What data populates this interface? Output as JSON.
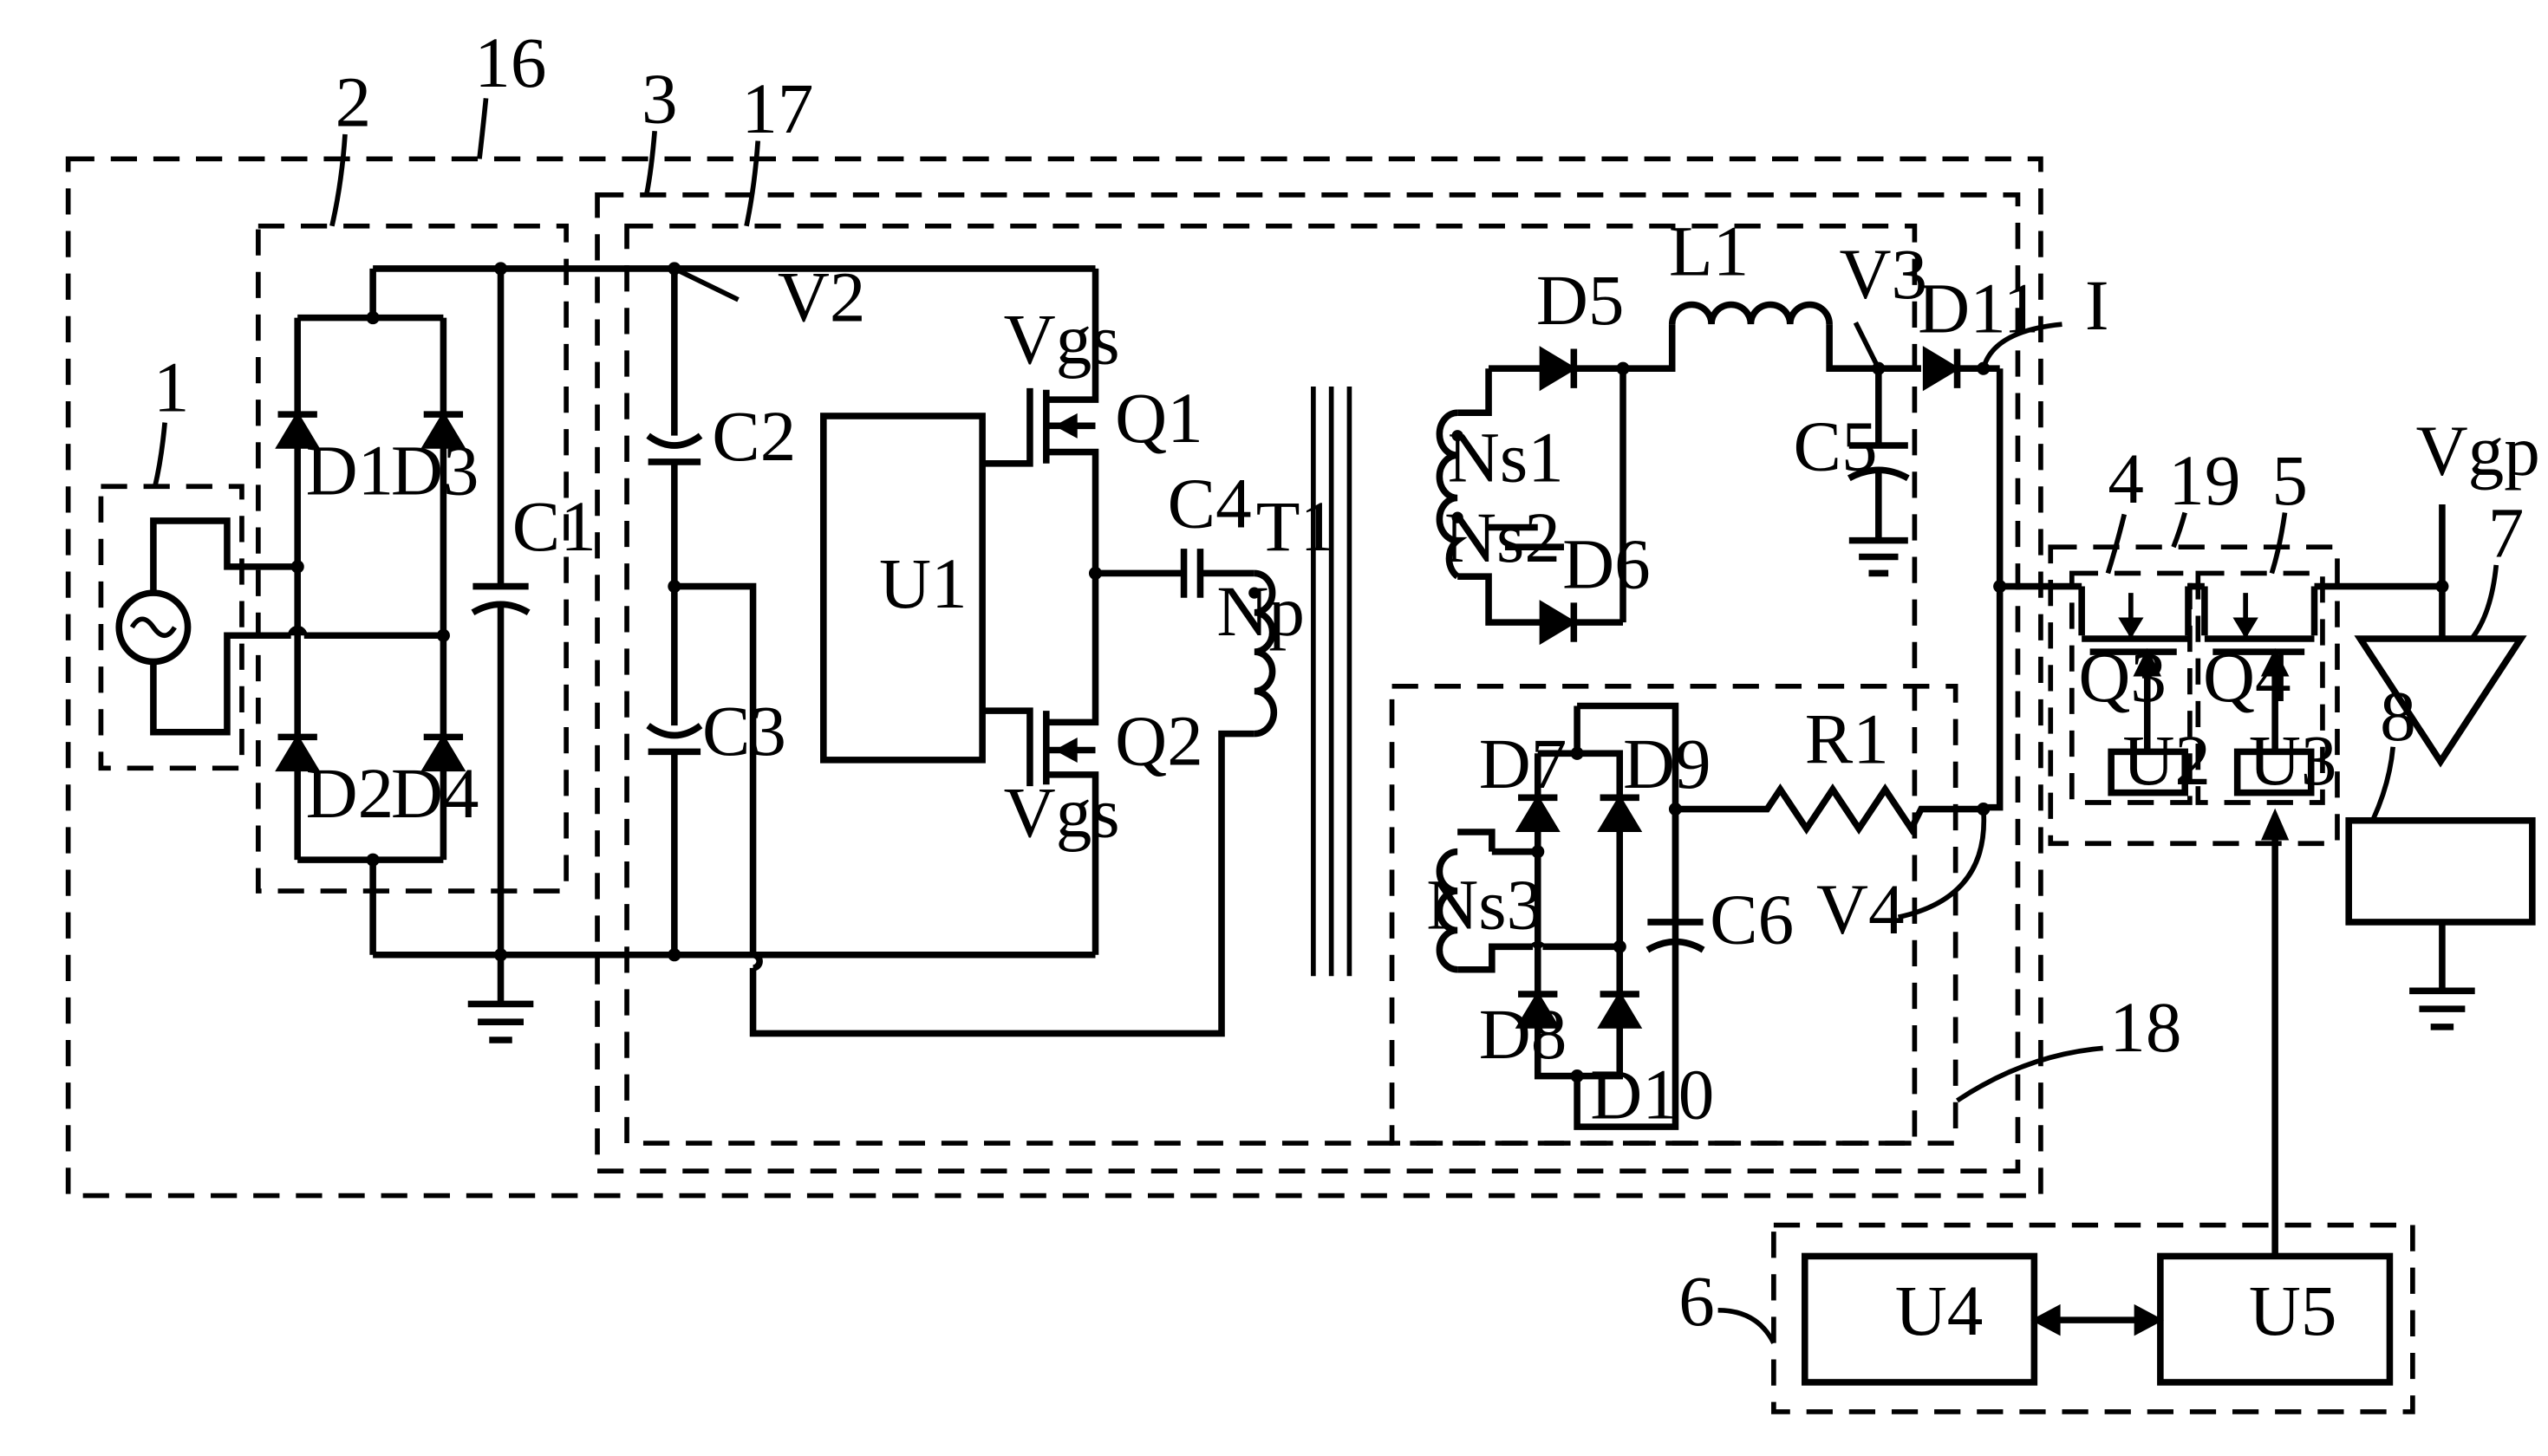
{
  "refs": {
    "r1": "1",
    "r2": "2",
    "r3": "3",
    "r4": "4",
    "r5": "5",
    "r6": "6",
    "r7": "7",
    "r8": "8",
    "r16": "16",
    "r17": "17",
    "r18": "18",
    "r19": "19"
  },
  "components": {
    "D1": "D1",
    "D2": "D2",
    "D3": "D3",
    "D4": "D4",
    "C1": "C1",
    "C2": "C2",
    "C3": "C3",
    "C4": "C4",
    "C5": "C5",
    "C6": "C6",
    "U1": "U1",
    "U2": "U2",
    "U3": "U3",
    "U4": "U4",
    "U5": "U5",
    "Q1": "Q1",
    "Q2": "Q2",
    "Q3": "Q3",
    "Q4": "Q4",
    "Vgs1": "Vgs",
    "Vgs2": "Vgs",
    "T1": "T1",
    "Np": "Np",
    "Ns1": "Ns1",
    "Ns2": "Ns2",
    "Ns3": "Ns3",
    "D5": "D5",
    "D6": "D6",
    "D7": "D7",
    "D8": "D8",
    "D9": "D9",
    "D10": "D10",
    "D11": "D11",
    "L1": "L1",
    "R1": "R1"
  },
  "nodes": {
    "V2": "V2",
    "V3": "V3",
    "V4": "V4",
    "I": "I",
    "Vgp": "Vgp"
  }
}
